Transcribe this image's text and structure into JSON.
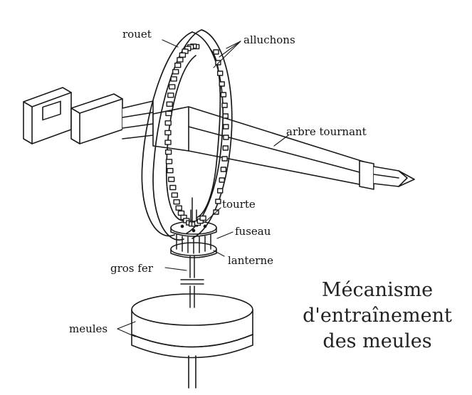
{
  "title": {
    "line1": "Mécanisme",
    "line2": "d'entraînement",
    "line3": "des meules"
  },
  "labels": {
    "rouet": "rouet",
    "alluchons": "alluchons",
    "arbre": "arbre tournant",
    "tourte": "tourte",
    "fuseau": "fuseau",
    "lanterne": "lanterne",
    "gros_fer": "gros fer",
    "meules": "meules"
  },
  "colors": {
    "ink": "#1a1a1a",
    "background": "#ffffff"
  }
}
